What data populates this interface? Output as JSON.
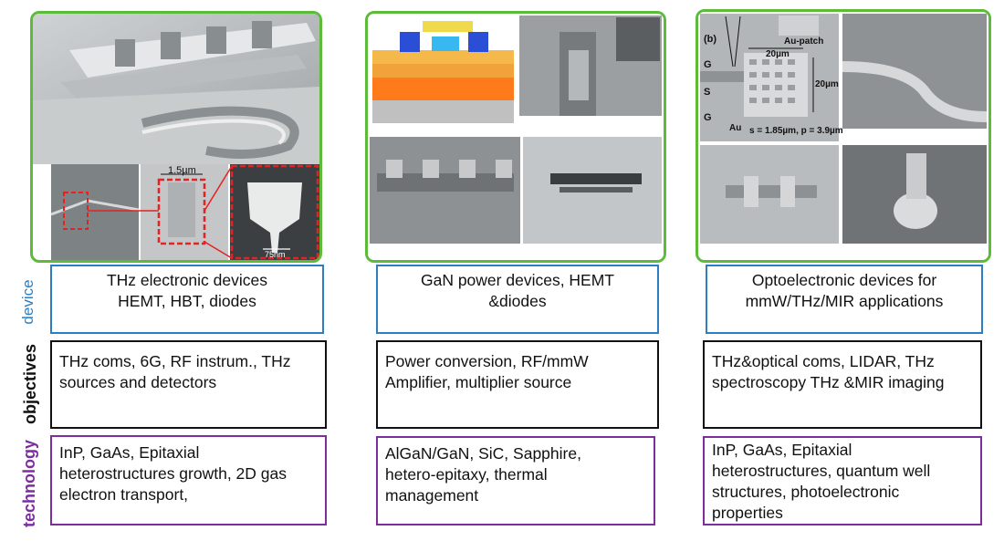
{
  "row_labels": {
    "device": "device",
    "objectives": "objectives",
    "technology": "technology"
  },
  "columns": [
    {
      "device": [
        "THz electronic devices",
        "HEMT, HBT, diodes"
      ],
      "objectives": [
        "THz coms, 6G, RF instrum., THz",
        "sources and detectors"
      ],
      "technology": [
        "InP, GaAs, Epitaxial",
        "heterostructures growth, 2D gas",
        "electron transport,"
      ],
      "image_annotations": {
        "scale_1": "1.5µm",
        "scale_2": "75nm"
      }
    },
    {
      "device": [
        "GaN power devices, HEMT",
        "&diodes"
      ],
      "objectives": [
        "Power conversion, RF/mmW",
        "Amplifier, multiplier source"
      ],
      "technology": [
        "AlGaN/GaN, SiC, Sapphire,",
        "hetero-epitaxy, thermal",
        "management"
      ]
    },
    {
      "device": [
        "Optoelectronic devices for",
        "mmW/THz/MIR applications"
      ],
      "objectives": [
        "THz&optical coms, LIDAR, THz",
        "spectroscopy THz &MIR imaging"
      ],
      "technology": [
        "InP, GaAs, Epitaxial",
        "heterostructures, quantum well",
        "structures, photoelectronic",
        "properties"
      ],
      "image_annotations": {
        "panel_label": "(b)",
        "patch": "Au-patch",
        "dim_1": "20µm",
        "dim_2": "20µm",
        "g_top": "G",
        "s": "S",
        "g_bottom": "G",
        "au": "Au",
        "params": "s = 1.85µm, p = 3.9µm"
      }
    }
  ],
  "colors": {
    "image_frame": "#5dbb3a",
    "device": "#2a7fc4",
    "objectives": "#111111",
    "technology": "#7c2e9e"
  }
}
